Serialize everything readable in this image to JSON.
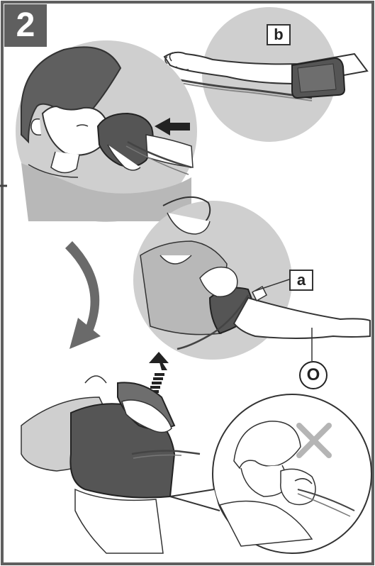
{
  "step_number": "2",
  "labels": {
    "b": "b",
    "a": "a",
    "o": "O"
  },
  "colors": {
    "frame": "#5f5f5f",
    "circle_fill": "#cfcfcf",
    "cuff": "#555555",
    "wrong_mark": "#b5b5b5",
    "arrow": "#6a6a6a"
  },
  "icons": {
    "wrong": "x-mark-icon",
    "rotate": "curved-arrow-icon",
    "push": "arrow-right-icon",
    "slide": "dashed-arrow-up-icon"
  }
}
